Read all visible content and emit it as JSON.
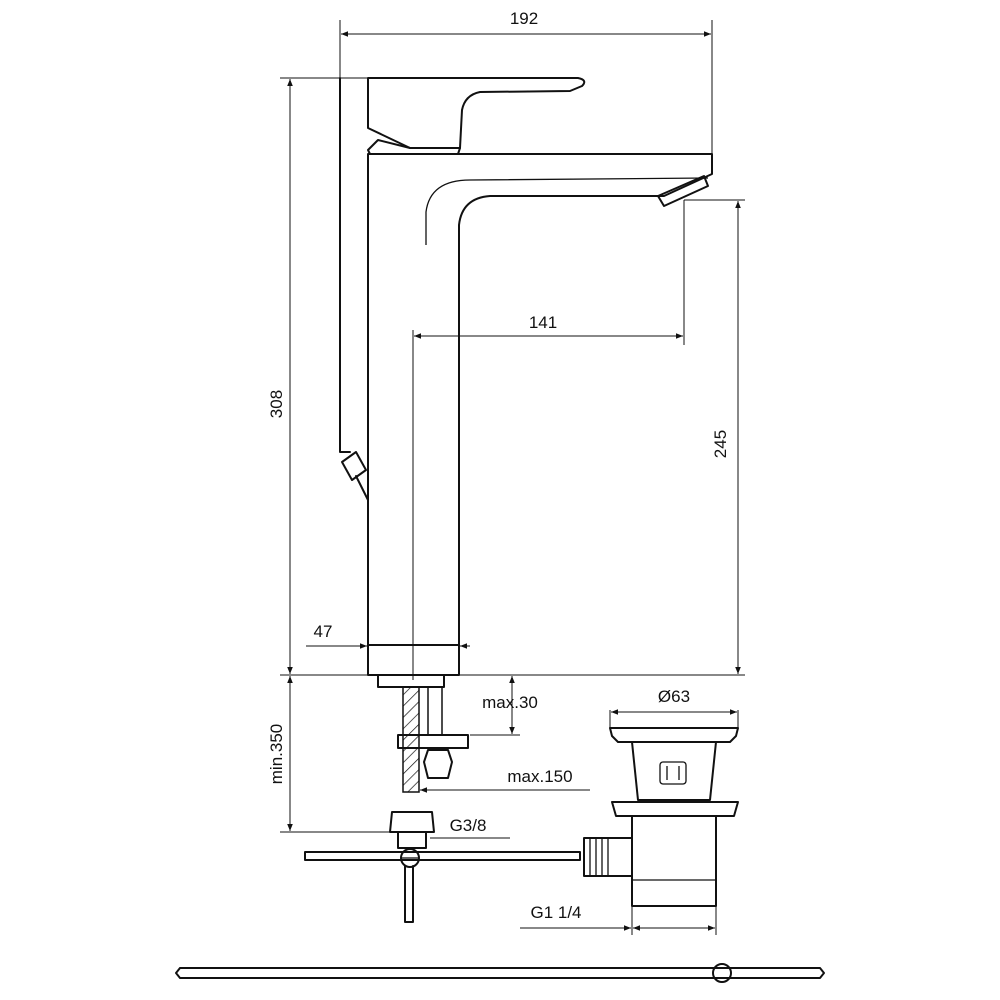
{
  "dimensions": {
    "width_total": "192",
    "height_total": "308",
    "spout_reach": "141",
    "spout_height": "245",
    "base_diameter": "47",
    "max_thickness": "max.30",
    "min_hose": "min.350",
    "max_150": "max.150",
    "thread_connection": "G3/8",
    "waste_diameter": "Ø63",
    "waste_thread": "G1 1/4"
  }
}
